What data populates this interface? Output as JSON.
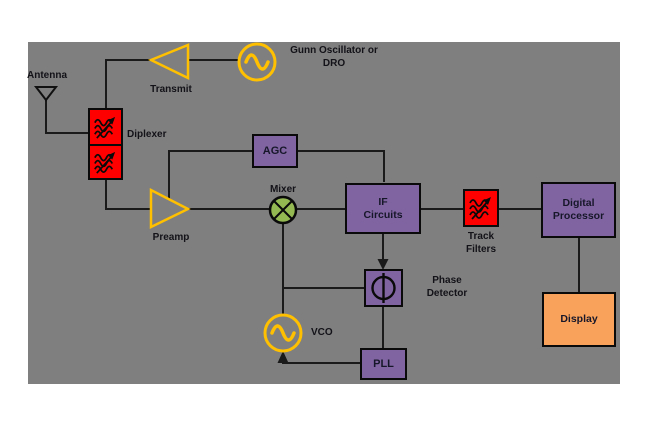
{
  "canvas": {
    "background": "#7F7F7F",
    "colors": {
      "filter_block": "#FF0000",
      "processing_block": "#8064A2",
      "display_block": "#F9A25B",
      "oscillator_yellow": "#FFC000",
      "mixer_green": "#94B953",
      "wire": "#1A1A1A"
    },
    "icons": [
      "antenna-icon",
      "filter-icon",
      "sine-wave-oscillator-icon",
      "mixer-cross-icon",
      "phase-phi-icon",
      "amplifier-triangle-icon"
    ]
  },
  "labels": {
    "antenna": "Antenna",
    "transmit": "Transmit",
    "gunn_oscillator": {
      "line1": "Gunn Oscillator or",
      "line2": "DRO"
    },
    "diplexer": "Diplexer",
    "preamp": "Preamp",
    "mixer": "Mixer",
    "vco": "VCO",
    "phase_detector": {
      "line1": "Phase",
      "line2": "Detector"
    },
    "track_filters": {
      "line1": "Track",
      "line2": "Filters"
    }
  },
  "blocks": {
    "agc": {
      "label": "AGC"
    },
    "if_circuits": {
      "line1": "IF",
      "line2": "Circuits"
    },
    "digital_processor": {
      "line1": "Digital",
      "line2": "Processor"
    },
    "display": {
      "label": "Display"
    },
    "pll": {
      "label": "PLL"
    }
  }
}
